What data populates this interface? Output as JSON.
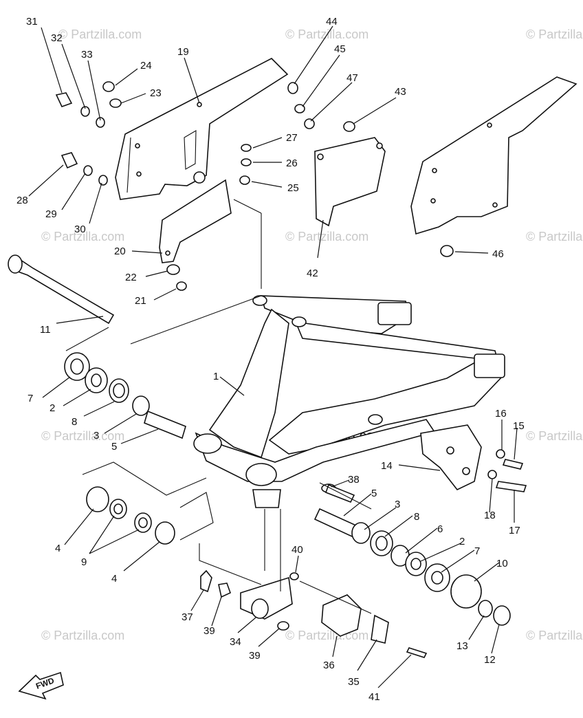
{
  "watermark_text": "© Partzilla.com",
  "center_watermark_text": "Partzilla.com",
  "fwd_label": "FWD",
  "part_numbers": {
    "p1": "1",
    "p2a": "2",
    "p2b": "2",
    "p3a": "3",
    "p3b": "3",
    "p4a": "4",
    "p4b": "4",
    "p5a": "5",
    "p5b": "5",
    "p6": "6",
    "p7a": "7",
    "p7b": "7",
    "p8a": "8",
    "p8b": "8",
    "p9": "9",
    "p10": "10",
    "p11": "11",
    "p12": "12",
    "p13": "13",
    "p14": "14",
    "p15": "15",
    "p16": "16",
    "p17": "17",
    "p18": "18",
    "p19": "19",
    "p20": "20",
    "p21": "21",
    "p22": "22",
    "p23": "23",
    "p24": "24",
    "p25": "25",
    "p26": "26",
    "p27": "27",
    "p28": "28",
    "p29": "29",
    "p30": "30",
    "p31": "31",
    "p32": "32",
    "p33": "33",
    "p34": "34",
    "p35": "35",
    "p36": "36",
    "p37": "37",
    "p38": "38",
    "p39a": "39",
    "p39b": "39",
    "p40": "40",
    "p41": "41",
    "p42": "42",
    "p43": "43",
    "p44": "44",
    "p45": "45",
    "p46": "46",
    "p47": "47"
  }
}
